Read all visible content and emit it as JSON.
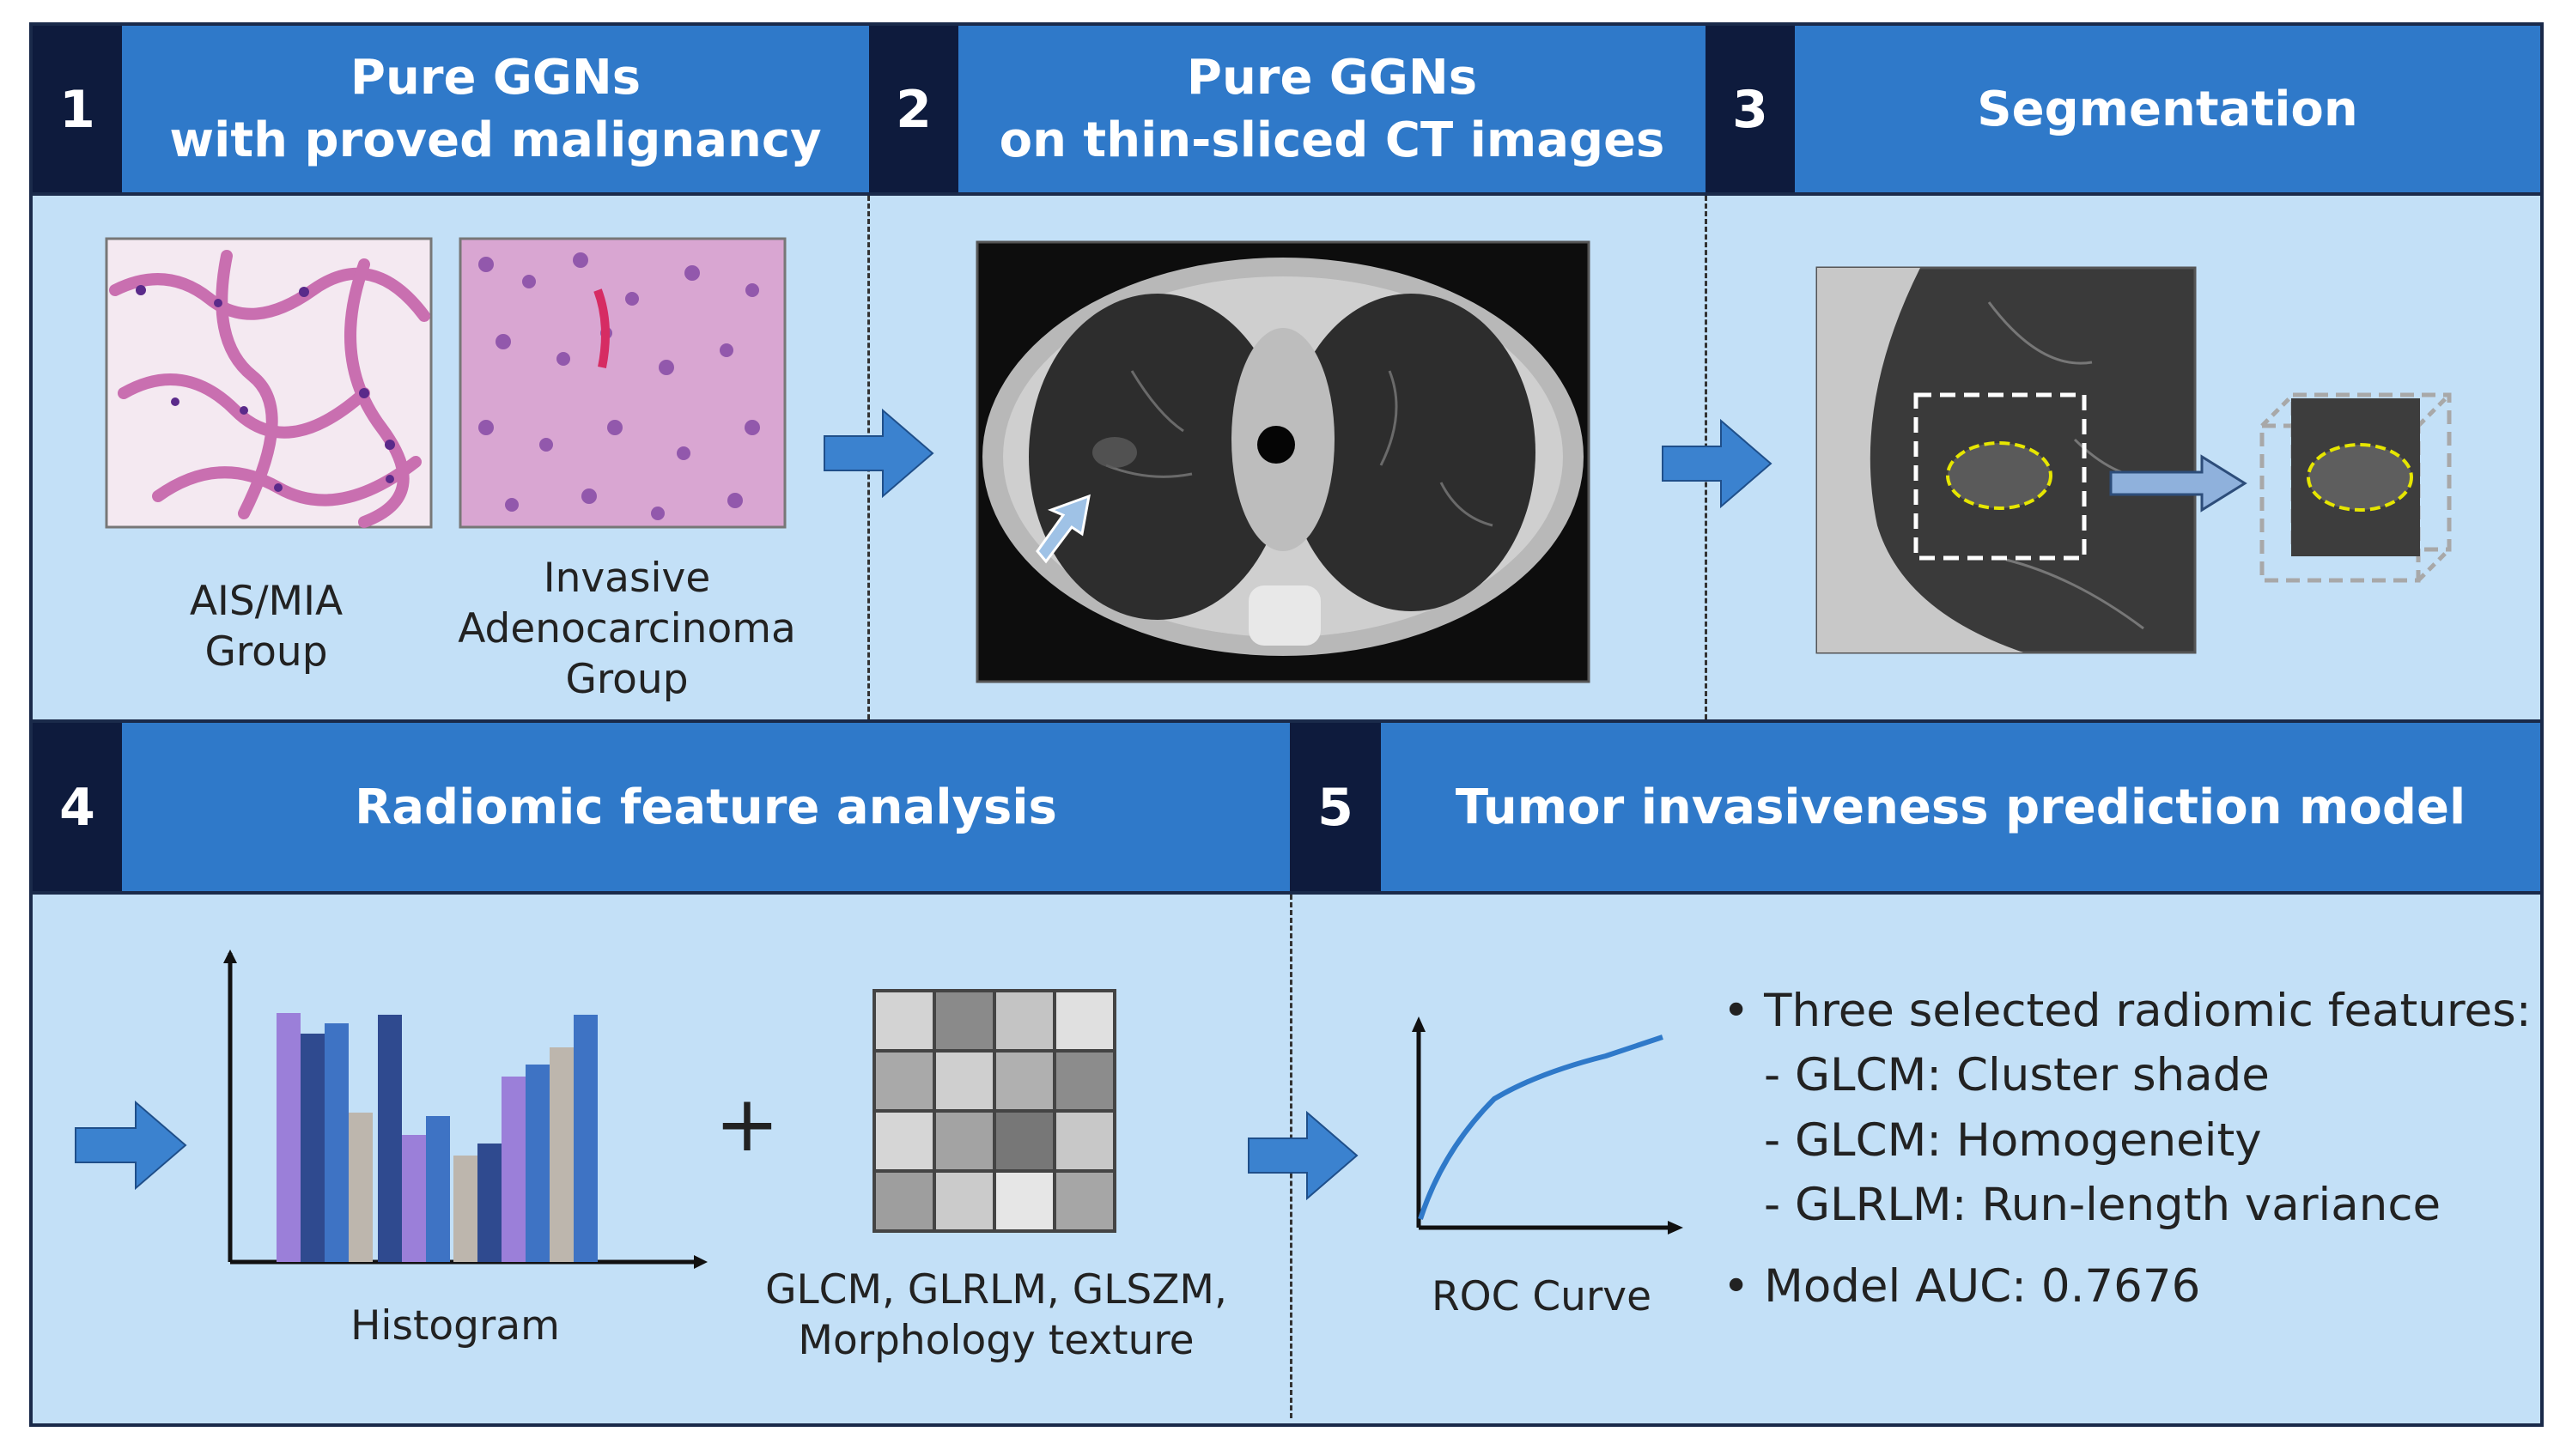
{
  "steps": [
    {
      "num": "1",
      "title_line1": "Pure GGNs",
      "title_line2": "with proved malignancy"
    },
    {
      "num": "2",
      "title_line1": "Pure GGNs",
      "title_line2": "on thin-sliced CT images"
    },
    {
      "num": "3",
      "title": "Segmentation"
    },
    {
      "num": "4",
      "title": "Radiomic feature analysis"
    },
    {
      "num": "5",
      "title": "Tumor invasiveness prediction model"
    }
  ],
  "panel1": {
    "group_a": "AIS/MIA\nGroup",
    "group_b": "Invasive\nAdenocarcinoma\nGroup"
  },
  "panel4": {
    "histogram_label": "Histogram",
    "plus": "+",
    "texture_label": "GLCM, GLRLM, GLSZM,\nMorphology texture"
  },
  "panel5": {
    "roc_label": "ROC Curve",
    "features_heading": "• Three selected radiomic features:",
    "features": [
      "- GLCM: Cluster shade",
      "- GLCM: Homogeneity",
      "- GLRLM: Run-length variance"
    ],
    "auc": "• Model AUC: 0.7676"
  },
  "colors": {
    "header_blue": "#2f79c9",
    "number_navy": "#0e1b3d",
    "panel_bg": "#c3e0f7",
    "arrow_blue": "#3b82cf",
    "roi_yellow": "#e6e600"
  }
}
